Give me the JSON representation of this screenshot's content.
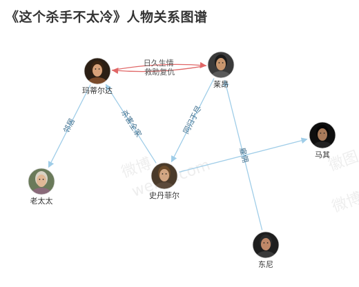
{
  "title": "《这个杀手不太冷》人物关系图谱",
  "colors": {
    "edge": "#9fcde8",
    "edge_label": "#3f6f8e",
    "edge_red": "#e06666",
    "edge_red_label": "#555555"
  },
  "watermark": [
    "微博",
    "徽图",
    "weibo.com",
    "微博"
  ],
  "nodes": [
    {
      "id": "mathilda",
      "label": "玛蒂尔达",
      "avatar_icon": "portrait-icon-girl-bob-hair"
    },
    {
      "id": "leon",
      "label": "莱昂",
      "avatar_icon": "portrait-icon-man-cap"
    },
    {
      "id": "max",
      "label": "马其",
      "avatar_icon": "portrait-icon-man-dark"
    },
    {
      "id": "stansfield",
      "label": "史丹菲尔",
      "avatar_icon": "portrait-icon-man-suit"
    },
    {
      "id": "old_lady",
      "label": "老太太",
      "avatar_icon": "portrait-icon-old-woman"
    },
    {
      "id": "tony",
      "label": "东尼",
      "avatar_icon": "portrait-icon-man-mustache"
    }
  ],
  "edges": [
    {
      "from": "mathilda",
      "to": "leon",
      "label": "日久生情",
      "style": "red"
    },
    {
      "from": "leon",
      "to": "mathilda",
      "label": "救助复仇",
      "style": "red"
    },
    {
      "from": "mathilda",
      "to": "old_lady",
      "label": "邻居",
      "style": "blue"
    },
    {
      "from": "stansfield",
      "to": "mathilda",
      "label": "杀害全家",
      "style": "blue"
    },
    {
      "from": "leon",
      "to": "stansfield",
      "label": "同归于尽",
      "style": "blue"
    },
    {
      "from": "stansfield",
      "to": "max",
      "label": "",
      "style": "blue"
    },
    {
      "from": "tony",
      "to": "leon",
      "label": "雇佣",
      "style": "blue"
    }
  ]
}
